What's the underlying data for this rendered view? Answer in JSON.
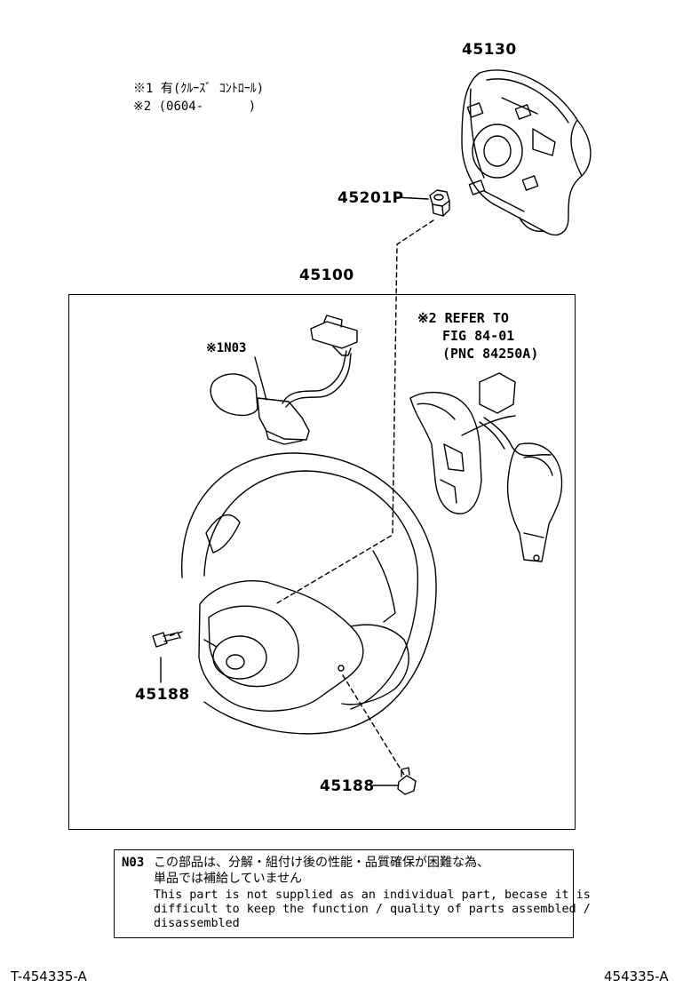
{
  "parts": {
    "airbag": "45130",
    "nut": "45201P",
    "wheel_assy": "45100",
    "screw_left": "45188",
    "screw_bottom": "45188"
  },
  "notes": {
    "line1": "※1 有(ｸﾙｰｽﾞ ｺﾝﾄﾛｰﾙ)",
    "line2": "※2 (0604-      )"
  },
  "callouts": {
    "n03": "※1N03",
    "refer_line1": "※2 REFER TO",
    "refer_line2": "FIG 84-01",
    "refer_line3": "(PNC 84250A)"
  },
  "note_box": {
    "code": "N03",
    "jp_line1": "この部品は、分解・組付け後の性能・品質確保が困難な為、",
    "jp_line2": "単品では補給していません",
    "en_line1": "This part is not supplied as an individual part, becase it is",
    "en_line2": "difficult to keep the function / quality of parts assembled /",
    "en_line3": "disassembled"
  },
  "footer": {
    "left": "T-454335-A",
    "right": "454335-A"
  }
}
